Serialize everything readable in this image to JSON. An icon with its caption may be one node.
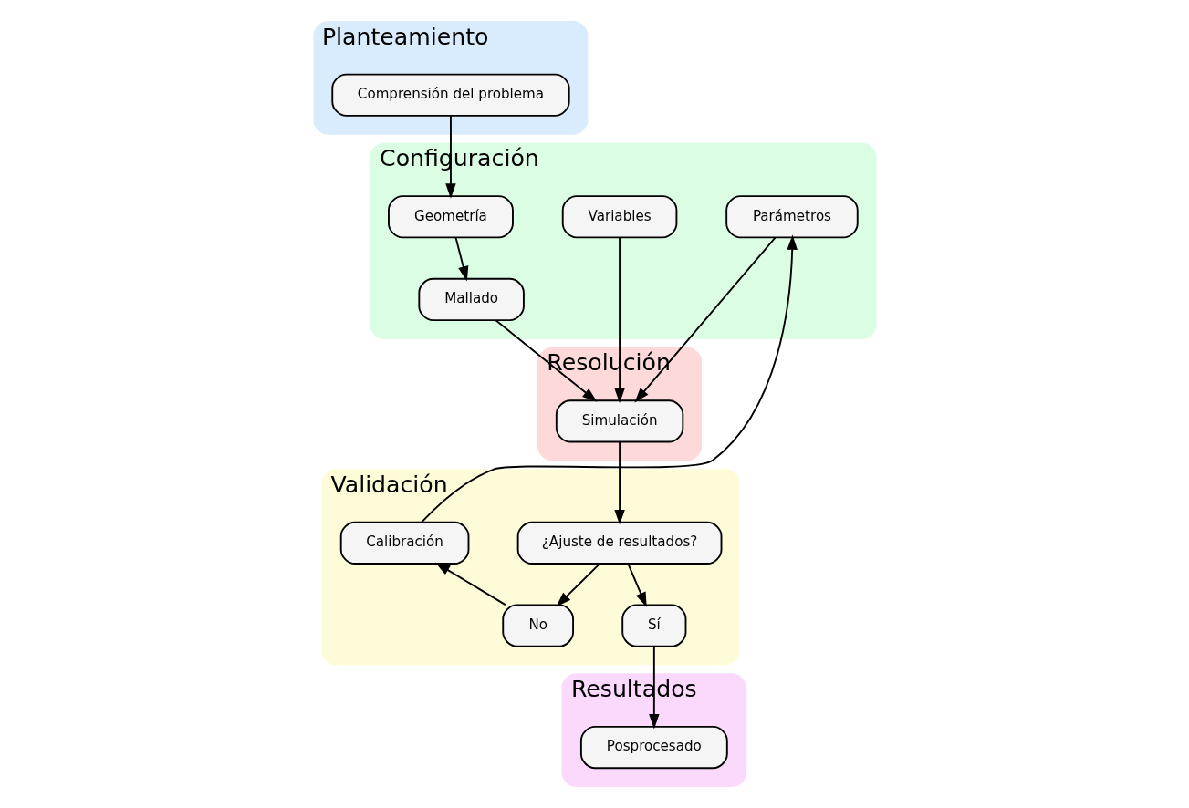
{
  "diagram": {
    "nodes": [
      {
        "text": [
          "Planteamiento"
        ]
      },
      {
        "text": [
          "Comprensión del problema"
        ],
        "in": 0
      },
      {
        "text": [
          "Configuración"
        ]
      },
      {
        "text": [
          "Geometría"
        ],
        "in": 2
      },
      {
        "text": [
          "Variables"
        ],
        "in": 2
      },
      {
        "text": [
          "Mallado"
        ],
        "in": 2
      },
      {
        "text": [
          "Parámetros"
        ],
        "in": 2
      },
      {
        "text": [
          "Resolución"
        ]
      },
      {
        "text": [
          "Simulación"
        ],
        "in": 7
      },
      {
        "text": [
          "Validación"
        ]
      },
      {
        "text": [
          "¿Ajuste de resultados?"
        ],
        "in": 9
      },
      {
        "text": [
          "Calibración"
        ],
        "in": 9
      },
      {
        "text": [
          "Sí"
        ],
        "in": 9
      },
      {
        "text": [
          "No"
        ],
        "in": 9
      },
      {
        "text": [
          "Resultados"
        ]
      },
      {
        "text": [
          "Posprocesado"
        ],
        "in": 14
      }
    ],
    "edges": [
      {
        "from": 1,
        "to": 3,
        "arrow": "to"
      },
      {
        "from": 3,
        "to": 5,
        "arrow": "to"
      },
      {
        "from": 4,
        "to": 8,
        "arrow": "to"
      },
      {
        "from": 5,
        "to": 8,
        "arrow": "to"
      },
      {
        "from": 6,
        "to": 8,
        "arrow": "to"
      },
      {
        "from": 8,
        "to": 10,
        "arrow": "to"
      },
      {
        "from": 10,
        "to": 12,
        "arrow": "to"
      },
      {
        "from": 10,
        "to": 13,
        "arrow": "to"
      },
      {
        "from": 13,
        "to": 11,
        "arrow": "to"
      },
      {
        "from": 11,
        "to": 6,
        "arrow": "to"
      },
      {
        "from": 12,
        "to": 15,
        "arrow": "to"
      }
    ]
  }
}
